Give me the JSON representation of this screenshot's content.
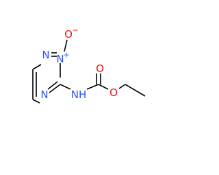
{
  "molecule": {
    "atoms": {
      "n1": {
        "label": "N",
        "color": "#3050F8"
      },
      "n2": {
        "label": "N",
        "color": "#3050F8",
        "charge": "+"
      },
      "o_oxide": {
        "label": "O",
        "color": "#FF0D0D",
        "charge": "−"
      },
      "n4": {
        "label": "N",
        "color": "#3050F8"
      },
      "nh": {
        "label": "NH",
        "color": "#3050F8"
      },
      "o_carbonyl": {
        "label": "O",
        "color": "#FF0D0D"
      },
      "o_ester": {
        "label": "O",
        "color": "#FF0D0D"
      }
    },
    "bond_color": "#000000"
  }
}
